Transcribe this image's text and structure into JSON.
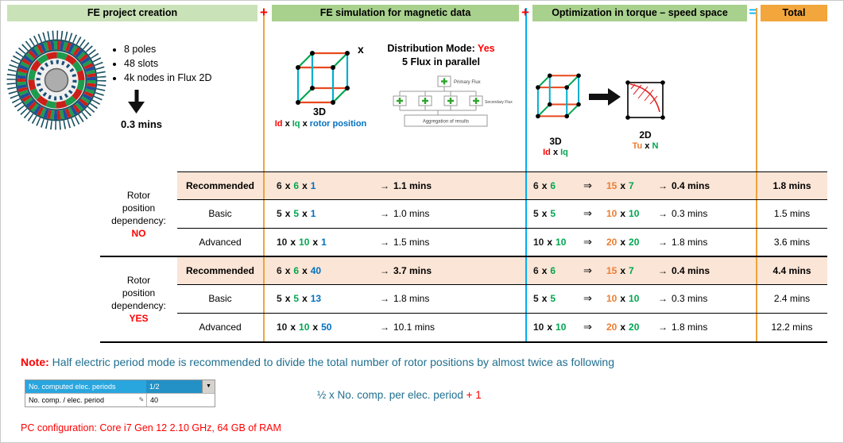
{
  "headers": {
    "col1": "FE project creation",
    "plus1": "+",
    "col2": "FE simulation for magnetic data",
    "plus2": "+",
    "col3": "Optimization in torque – speed space",
    "equals": "=",
    "col4": "Total"
  },
  "left": {
    "bullets": [
      "8 poles",
      "48 slots",
      "4k nodes in Flux 2D"
    ],
    "time": "0.3 mins"
  },
  "fe_sim": {
    "label3d": "3D",
    "axis": {
      "id": "Id",
      "x1": "x",
      "iq": "Iq",
      "x2": "x",
      "rp": "rotor position"
    },
    "mult": "x",
    "dist_label": "Distribution Mode: ",
    "dist_value": "Yes",
    "parallel": "5 Flux in parallel",
    "flow": {
      "primary": "Primary Flux",
      "secondary": "Secondary Flux",
      "aggregation": "Aggregation of results"
    }
  },
  "opt": {
    "label3d": "3D",
    "axis3d": {
      "id": "Id",
      "x": "x",
      "iq": "Iq"
    },
    "label2d": "2D",
    "axis2d": {
      "tu": "Tu",
      "x": "x",
      "n": "N"
    }
  },
  "tok": {
    "x": "x",
    "arrow": "→",
    "implies": "⇒"
  },
  "table": {
    "groups": [
      {
        "lines": [
          "Rotor",
          "position",
          "dependency:"
        ],
        "flag": "NO"
      },
      {
        "lines": [
          "Rotor",
          "position",
          "dependency:"
        ],
        "flag": "YES"
      }
    ],
    "rows": [
      {
        "category": "Recommended",
        "sim": {
          "a": "6",
          "b": "6",
          "c": "1"
        },
        "sim_time": "1.1 mins",
        "opt1": {
          "a": "6",
          "b": "6"
        },
        "opt2": {
          "a": "15",
          "b": "7"
        },
        "opt_time": "0.4 mins",
        "total": "1.8 mins"
      },
      {
        "category": "Basic",
        "sim": {
          "a": "5",
          "b": "5",
          "c": "1"
        },
        "sim_time": "1.0 mins",
        "opt1": {
          "a": "5",
          "b": "5"
        },
        "opt2": {
          "a": "10",
          "b": "10"
        },
        "opt_time": "0.3 mins",
        "total": "1.5 mins"
      },
      {
        "category": "Advanced",
        "sim": {
          "a": "10",
          "b": "10",
          "c": "1"
        },
        "sim_time": "1.5 mins",
        "opt1": {
          "a": "10",
          "b": "10"
        },
        "opt2": {
          "a": "20",
          "b": "20"
        },
        "opt_time": "1.8 mins",
        "total": "3.6 mins"
      },
      {
        "category": "Recommended",
        "sim": {
          "a": "6",
          "b": "6",
          "c": "40"
        },
        "sim_time": "3.7 mins",
        "opt1": {
          "a": "6",
          "b": "6"
        },
        "opt2": {
          "a": "15",
          "b": "7"
        },
        "opt_time": "0.4 mins",
        "total": "4.4 mins"
      },
      {
        "category": "Basic",
        "sim": {
          "a": "5",
          "b": "5",
          "c": "13"
        },
        "sim_time": "1.8 mins",
        "opt1": {
          "a": "5",
          "b": "5"
        },
        "opt2": {
          "a": "10",
          "b": "10"
        },
        "opt_time": "0.3 mins",
        "total": "2.4 mins"
      },
      {
        "category": "Advanced",
        "sim": {
          "a": "10",
          "b": "10",
          "c": "50"
        },
        "sim_time": "10.1 mins",
        "opt1": {
          "a": "10",
          "b": "10"
        },
        "opt2": {
          "a": "20",
          "b": "20"
        },
        "opt_time": "1.8 mins",
        "total": "12.2 mins"
      }
    ]
  },
  "note": {
    "label": "Note:",
    "text": " Half electric period mode is recommended to divide the total number of rotor positions by almost twice as following"
  },
  "widget": {
    "row1_label": "No. computed elec. periods",
    "row1_value": "1/2",
    "dropdown": "▼",
    "row2_label": "No. comp. / elec. period",
    "row2_value": "40"
  },
  "formula": {
    "main": "½ x No. comp. per elec. period ",
    "plus": "+ 1"
  },
  "pc": "PC configuration: Core i7 Gen 12 2.10 GHz, 64 GB of RAM",
  "colors": {
    "header_green_light": "#C9E2B8",
    "header_green": "#A9D18E",
    "total_orange": "#F2A63C",
    "row_highlight": "#FBE5D6",
    "accent_red": "#FF0000",
    "accent_green": "#00A650",
    "accent_blue": "#0070C0",
    "accent_orange": "#ED7D31",
    "accent_cyan": "#00B0F0",
    "note_blue": "#1F6F8F"
  }
}
